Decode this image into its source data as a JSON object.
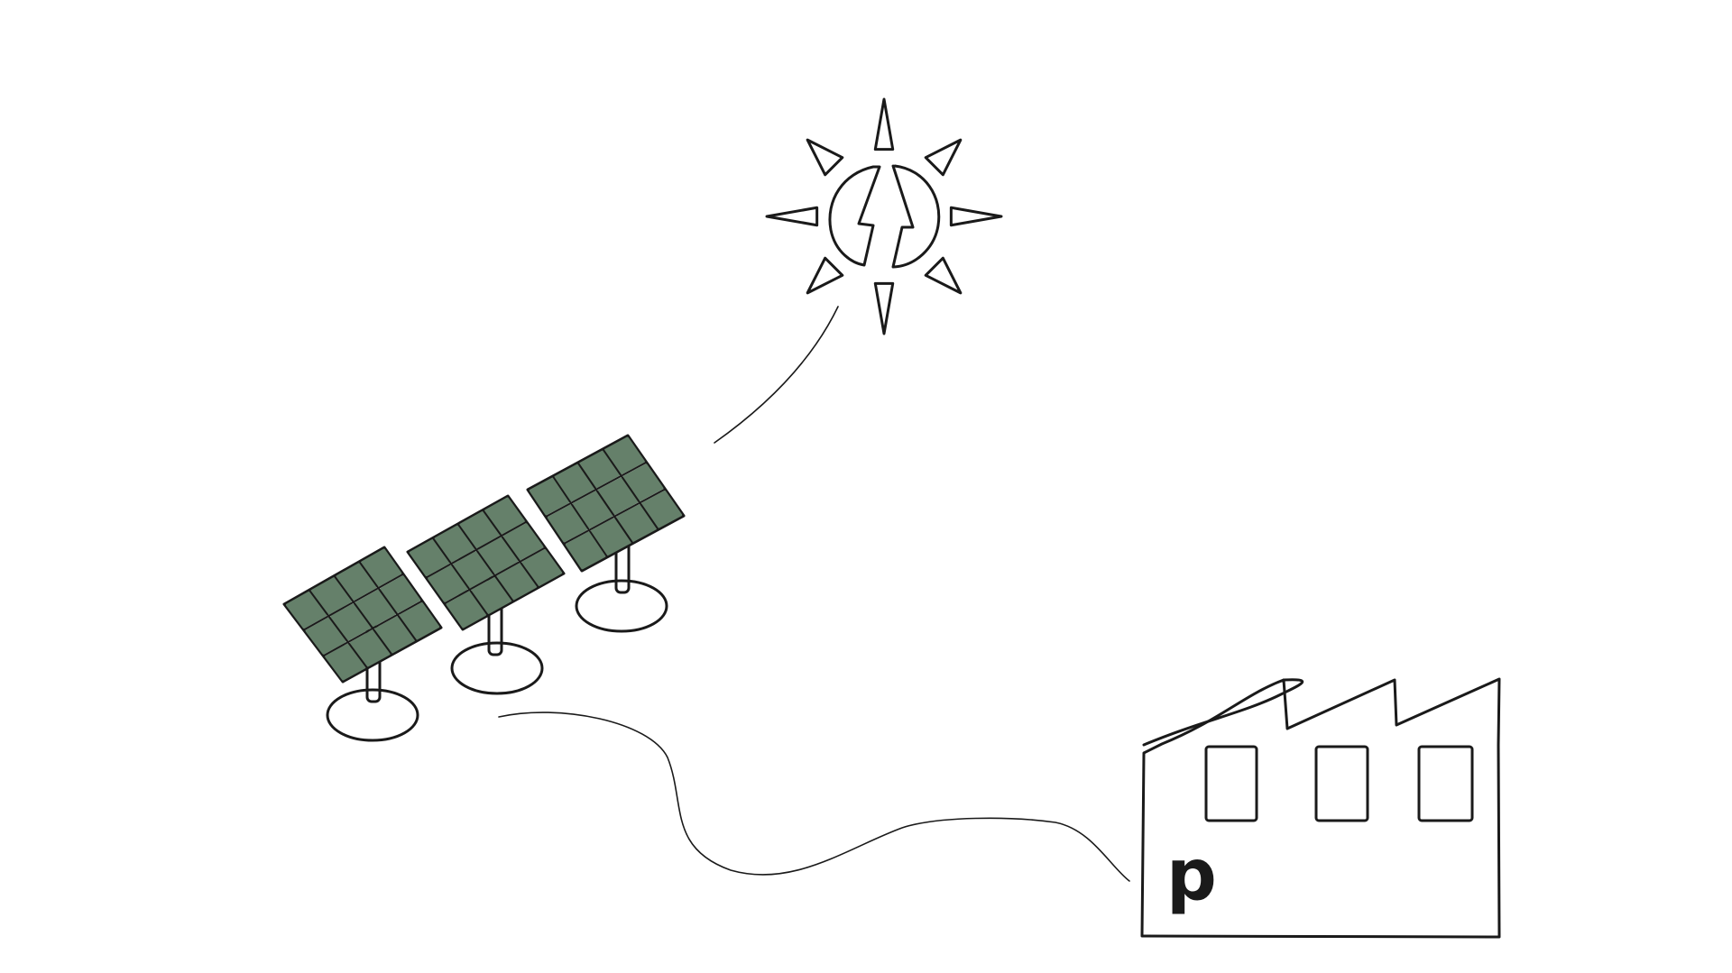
{
  "illustration": {
    "subject": "solar-to-factory",
    "panel_count": 3,
    "panel_grid": {
      "cols": 4,
      "rows": 3
    },
    "factory_window_count": 3,
    "factory_logo_text": "p"
  },
  "colors": {
    "panel_cell": "#65806a",
    "ink": "#1a1a1a",
    "background": "#ffffff"
  }
}
